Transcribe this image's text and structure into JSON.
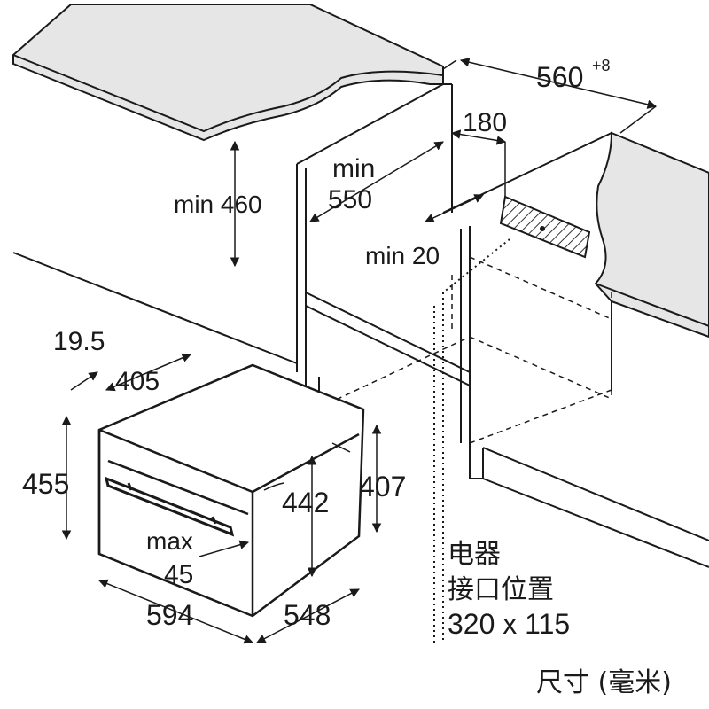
{
  "labels": {
    "width_560": "560",
    "width_560_tol": "+8",
    "depth_180": "180",
    "min_550_a": "min",
    "min_550_b": "550",
    "min_460": "min 460",
    "min_20": "min 20",
    "d_19_5": "19.5",
    "d_405": "405",
    "d_455": "455",
    "d_442": "442",
    "d_407": "407",
    "max_45_a": "max",
    "max_45_b": "45",
    "d_594": "594",
    "d_548": "548",
    "conn_line1": "电器",
    "conn_line2": "接口位置",
    "conn_line3": "320 x 115",
    "units": "尺寸 (毫米)"
  },
  "colors": {
    "line": "#1a1a1a",
    "worktop_fill": "#e6e6e6",
    "hatch": "#333333"
  }
}
